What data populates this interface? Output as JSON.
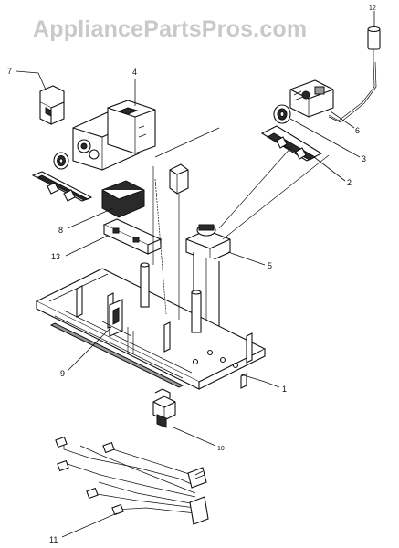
{
  "watermark": {
    "text": "AppliancePartsPros.com"
  },
  "parts": [
    {
      "id": "1",
      "label": "1"
    },
    {
      "id": "2",
      "label": "2"
    },
    {
      "id": "3",
      "label": "3"
    },
    {
      "id": "4",
      "label": "4"
    },
    {
      "id": "5",
      "label": "5"
    },
    {
      "id": "6",
      "label": "6"
    },
    {
      "id": "7",
      "label": "7"
    },
    {
      "id": "8",
      "label": "8"
    },
    {
      "id": "9",
      "label": "9"
    },
    {
      "id": "10",
      "label": "10"
    },
    {
      "id": "11",
      "label": "11"
    },
    {
      "id": "12",
      "label": "12"
    },
    {
      "id": "13",
      "label": "13"
    }
  ],
  "colors": {
    "ink": "#111111",
    "watermark": "#c9c9c9",
    "background": "#ffffff"
  }
}
